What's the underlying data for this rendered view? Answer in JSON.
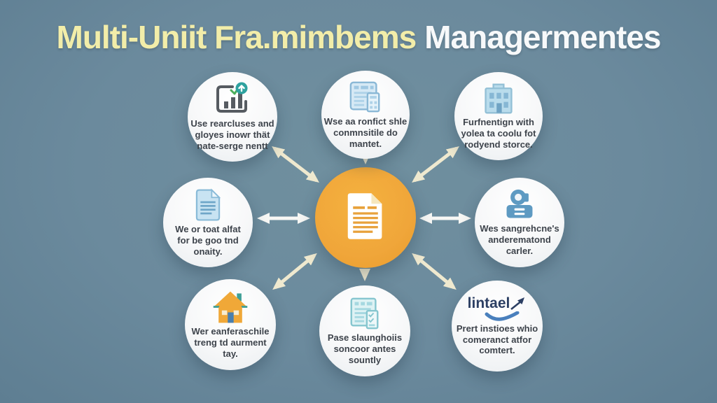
{
  "title": {
    "part1": "Multi-Uniit Fra.mimbems",
    "part2": "Managermentes"
  },
  "colors": {
    "background": "#6b8a9d",
    "hub_orange": "#f0a63a",
    "arrow_cream": "#efe9cf",
    "arrow_white": "#f7f7f4",
    "node_text": "#3d434b",
    "title_yellow": "#f2eda9",
    "title_white": "#f7f9fa",
    "logo_navy": "#2c3f63",
    "logo_blue": "#4a80bd"
  },
  "hub": {
    "icon": "document-icon"
  },
  "nodes": [
    {
      "id": "top-left",
      "icon": "bar-chart-check-icon",
      "lines": [
        "Use rearcluses and",
        "gloyes inowr thät",
        "nate-serge nentt"
      ]
    },
    {
      "id": "top-middle",
      "icon": "document-calculator-icon",
      "lines": [
        "Wse aa ronfict shle",
        "conmnsitile do",
        "mantet."
      ]
    },
    {
      "id": "top-right",
      "icon": "building-icon",
      "lines": [
        "Furfnentign with",
        "yolea ta coolu fot",
        "rodyend storce."
      ]
    },
    {
      "id": "middle-left",
      "icon": "document-lines-icon",
      "lines": [
        "We or toat alfat",
        "for be goo tnd",
        "onaity."
      ]
    },
    {
      "id": "middle-right",
      "icon": "printer-roll-icon",
      "lines": [
        "Wes sangrehcne's",
        "anderematond",
        "carler."
      ]
    },
    {
      "id": "bottom-left",
      "icon": "house-icon",
      "lines": [
        "Wer eanferaschile",
        "treng td aurment",
        "tay."
      ]
    },
    {
      "id": "bottom-middle",
      "icon": "checklist-form-icon",
      "lines": [
        "Pase slaunghoiis",
        "soncoor antes",
        "sountly"
      ]
    },
    {
      "id": "bottom-right",
      "icon": "lintael-logo",
      "logo_text": "lintael",
      "lines": [
        "Prert instioes whio",
        "comeranct atfor",
        "comtert."
      ]
    }
  ],
  "connections": [
    {
      "from": "hub",
      "to": "top-left",
      "direction": "both"
    },
    {
      "from": "top-middle",
      "to": "hub",
      "direction": "one-way"
    },
    {
      "from": "hub",
      "to": "top-right",
      "direction": "both"
    },
    {
      "from": "hub",
      "to": "middle-left",
      "direction": "both"
    },
    {
      "from": "hub",
      "to": "middle-right",
      "direction": "both"
    },
    {
      "from": "hub",
      "to": "bottom-left",
      "direction": "both"
    },
    {
      "from": "hub",
      "to": "bottom-middle",
      "direction": "one-way"
    },
    {
      "from": "hub",
      "to": "bottom-right",
      "direction": "both"
    }
  ]
}
